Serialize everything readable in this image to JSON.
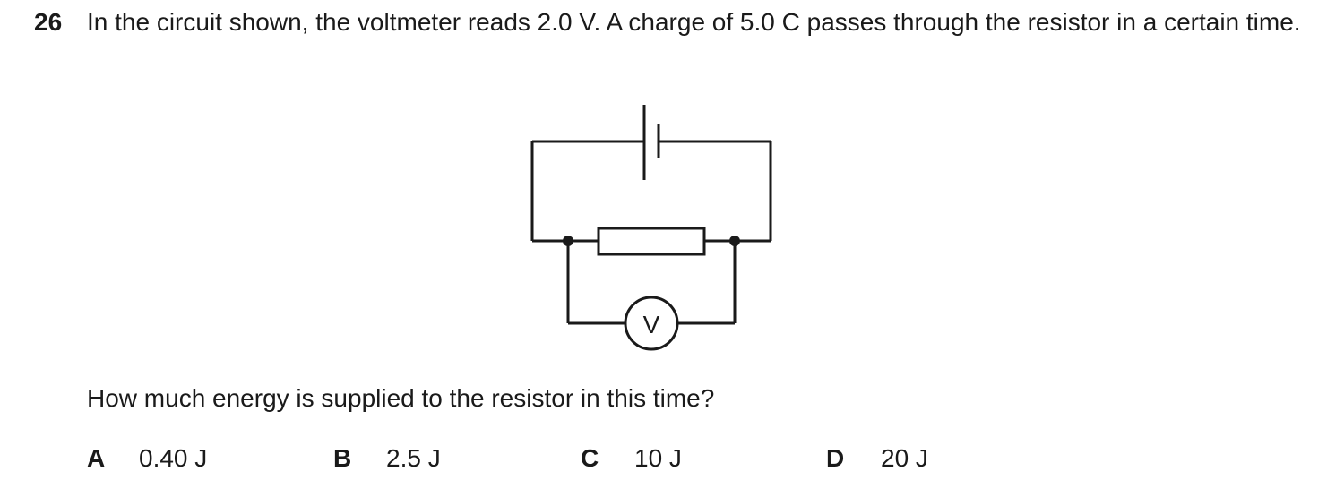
{
  "question": {
    "number": "26",
    "stem": "In the circuit shown, the voltmeter reads 2.0 V. A charge of 5.0 C passes through the resistor in a certain time.",
    "prompt": "How much energy is supplied to the resistor in this time?"
  },
  "circuit": {
    "voltmeter_label": "V"
  },
  "options": [
    {
      "letter": "A",
      "value": "0.40 J"
    },
    {
      "letter": "B",
      "value": "2.5 J"
    },
    {
      "letter": "C",
      "value": "10 J"
    },
    {
      "letter": "D",
      "value": "20 J"
    }
  ]
}
